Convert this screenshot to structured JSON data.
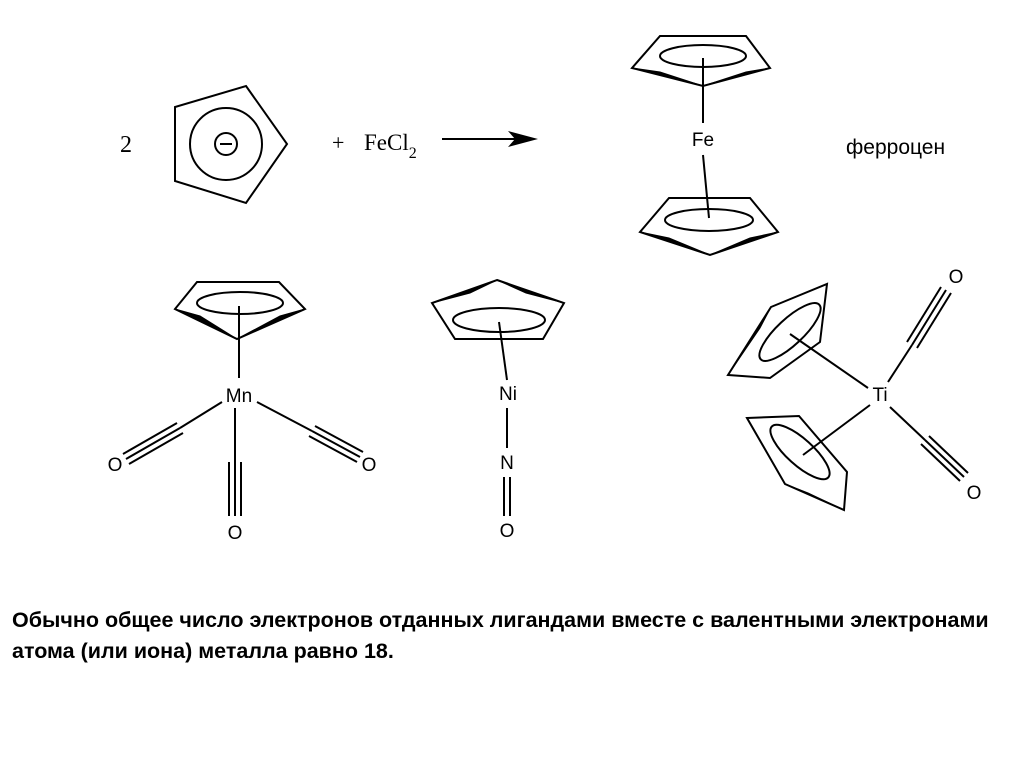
{
  "reaction": {
    "coefficient": "2",
    "plus": "+",
    "reagent_main": "FeCl",
    "reagent_subscript": "2",
    "charge_symbol": "−",
    "product_metal": "Fe",
    "product_name": "ферроцен"
  },
  "complexes": {
    "mn": {
      "metal": "Mn",
      "carbonyl_o": [
        "O",
        "O",
        "O"
      ]
    },
    "ni": {
      "metal": "Ni",
      "nitrosyl_n": "N",
      "nitrosyl_o": "O"
    },
    "ti": {
      "metal": "Ti",
      "carbonyl_o": [
        "O",
        "O"
      ]
    }
  },
  "caption": "Обычно общее число электронов отданных лигандами вместе с валентными электронами атома (или иона) металла равно 18."
}
